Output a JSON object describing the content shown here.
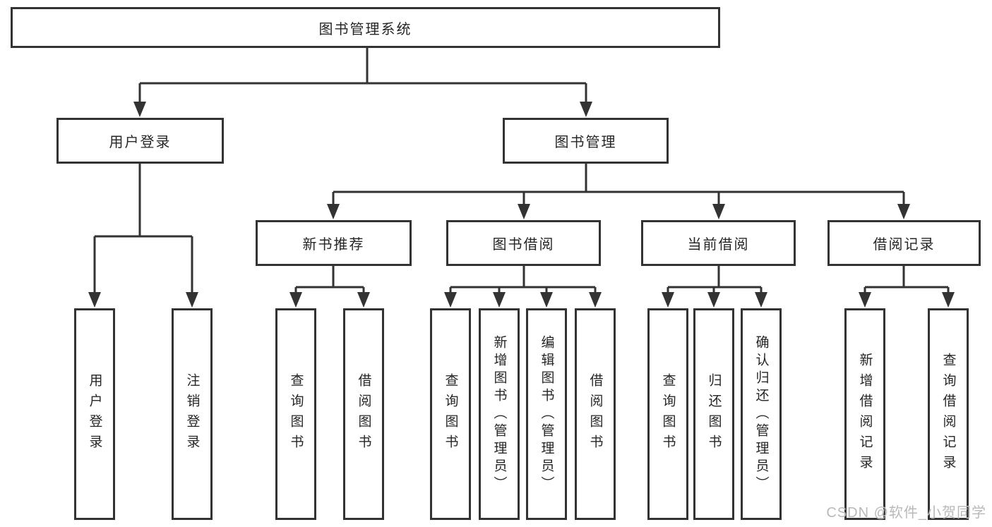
{
  "diagram": {
    "root": {
      "label": "图书管理系统"
    },
    "branches": [
      {
        "label": "用户登录",
        "children": [
          {
            "label": "用户登录"
          },
          {
            "label": "注销登录"
          }
        ]
      },
      {
        "label": "图书管理",
        "children": [
          {
            "label": "新书推荐",
            "children": [
              {
                "label": "查询图书"
              },
              {
                "label": "借阅图书"
              }
            ]
          },
          {
            "label": "图书借阅",
            "children": [
              {
                "label": "查询图书"
              },
              {
                "label": "新增图书（管理员）"
              },
              {
                "label": "编辑图书（管理员）"
              },
              {
                "label": "借阅图书"
              }
            ]
          },
          {
            "label": "当前借阅",
            "children": [
              {
                "label": "查询图书"
              },
              {
                "label": "归还图书"
              },
              {
                "label": "确认归还（管理员）"
              }
            ]
          },
          {
            "label": "借阅记录",
            "children": [
              {
                "label": "新增借阅记录"
              },
              {
                "label": "查询借阅记录"
              }
            ]
          }
        ]
      }
    ],
    "colors": {
      "line": "#333333",
      "text": "#262626",
      "watermark": "#b9b9b9",
      "background": "#ffffff"
    },
    "watermark": "CSDN @软件_小贺同学"
  }
}
